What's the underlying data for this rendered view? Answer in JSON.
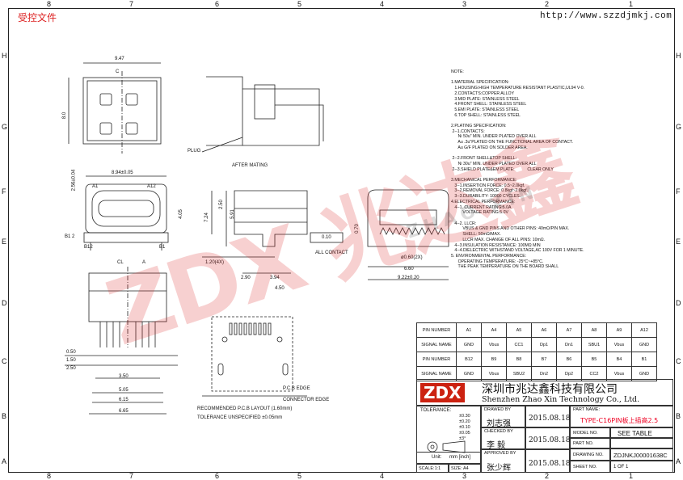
{
  "header": {
    "stamp": "受控文件",
    "url": "http://www.szzdjmkj.com"
  },
  "zones": {
    "top": [
      "8",
      "7",
      "6",
      "5",
      "4",
      "3",
      "2",
      "1"
    ],
    "side": [
      "H",
      "G",
      "F",
      "E",
      "D",
      "C",
      "B",
      "A"
    ]
  },
  "dims": {
    "top_width": "9.47",
    "top_height": "8.0",
    "c_label": "C",
    "plug": "PLUG",
    "after_mating": "AFTER MATING",
    "front_w": "8.94±0.05",
    "front_h": "2.56±0.04",
    "a1": "A1",
    "a12": "A12",
    "b12": "B12",
    "b1": "B1",
    "b1_2": "B1  2",
    "side_h1": "4.05",
    "side_h2": "7.24",
    "side_h3": "2.50",
    "side_h4": "5.91",
    "dim_120": "1.20(4X)",
    "dim_290": "2.90",
    "dim_394": "3.94",
    "dim_450": "4.50",
    "flat": "0.10",
    "all_contact": "ALL CONTACT",
    "dim_070": "0.70",
    "dim_060": "ø0.60(2X)",
    "dim_660": "6.60",
    "dim_922": "9.22±0.20",
    "cl": "CL",
    "a": "A",
    "dim_050": "0.50",
    "dim_150": "1.50",
    "dim_250": "2.50",
    "dim_350": "3.50",
    "dim_505": "5.05",
    "dim_615": "6.15",
    "dim_665": "6.65",
    "pcb_edge": "P.C.B EDGE",
    "connector_edge": "CONNECTOR EDGE",
    "recommended": "RECOMMENDED P.C.B LAYOUT (1.60mm)",
    "tolerance_unspec": "TOLERANCE UNSPECIFIED ±0.05mm"
  },
  "notes": "NOTE:\n\n1.MATERIAL SPECIFICATION:\n   1.HOUSING:HIGH TEMPERATURE RESISTANT PLASTIC,UL94 V-0.\n   2.CONTACTS:COPPER ALLOY\n   3.MID PLATE: STAINLESS STEEL\n   4.FRONT SHELL: STAINLESS STEEL\n   5.EMI PLATE: STAINLESS STEEL\n   6.TOP SHELL: STAINLESS STEEL\n\n2.PLATING SPECIFICATION:\n 2--1.CONTACTS:\n      Ni 50u\" MIN. UNDER PLATED OVER ALL\n      Au .3u\"PLATED ON THE FUNCTIONAL AREA OF CONTACT.\n      Au G/F PLATED ON SOLDER AREA.\n\n 2--2.FRONT SHELL&TOP SHELL:\n      Ni 30u\" MIN. UNDER PLATED OVER ALL\n 2--3.SHIELD PLATE&EM PLATE:           CLEAR ONLY\n\n3.MECHANICAL PERFORMANCE:\n   3--1.INSERTION FORCE: 0.5~2.0kgf.\n   3--2.REMOVAL FORCE: 0.8kgf~2.0kgf.\n   3--3.DURABILITY: 10000 CYCLES.\n4.ELECTRICAL PERFORMANCE:\n   4--1. CURRENT RATING:5.0A\n          VOLTAGE RATING:5.0V\n\n   4--2. LLCR:\n          VBUS & GND PINS AND OTHER PINS: 40mΩ/PIN MAX.\n          SHELL: 50mΩ/MAX.\n          LLCR MAX. CHANGE OF ALL PINS: 10mΩ.\n   4--3.INSULATION RESISTANCE: 100MΩ MIN\n   4--4.DIELECTRIC WITHSTAND VOLTAGE,AC 100V FOR 1 MINUTE.\n5. ENVIRONMENTAL PERFORMANCE:\n      OPERATING TEMPERATURE: -25°C~+85°C.\n      THE PEAK TEMPERATURE ON THE BOARD SHALL",
  "pin_table": {
    "rows": [
      [
        "PIN NUMBER",
        "A1",
        "A4",
        "A5",
        "A6",
        "A7",
        "A8",
        "A9",
        "A12"
      ],
      [
        "SIGNAL NAME",
        "GND",
        "Vbus",
        "CC1",
        "Dp1",
        "Dn1",
        "SBU1",
        "Vbus",
        "GND"
      ],
      [
        "PIN NUMBER",
        "B12",
        "B9",
        "B8",
        "B7",
        "B6",
        "B5",
        "B4",
        "B1"
      ],
      [
        "SIGNAL NAME",
        "GND",
        "Vbus",
        "SBU2",
        "Dn2",
        "Dp2",
        "CC2",
        "Vbus",
        "GND"
      ]
    ]
  },
  "title_block": {
    "logo": "ZDX",
    "company_cn": "深圳市兆达鑫科技有限公司",
    "company_en": "Shenzhen Zhao Xin Technology Co., Ltd.",
    "tolerance_label": "TOLERANCE:",
    "tol_values": [
      "±0.30",
      "±0.20",
      "±0.10",
      "±0.05",
      "±3°"
    ],
    "drawn_by_label": "DRAWED BY",
    "drawn_by": "刘志强",
    "drawn_date": "2015.08.18",
    "checked_by_label": "CHECKED BY",
    "checked_by": "李  毅",
    "checked_date": "2015.08.18",
    "approved_by_label": "APPROVED BY",
    "approved_by": "张少辉",
    "approved_date": "2015.08.18",
    "part_name_label": "PART NAME:",
    "part_name": "TYPE-C16PIN板上插高2.5",
    "model_no_label": "MODEL NO.",
    "model_no": "SEE TABLE",
    "part_no_label": "PART NO.",
    "drawing_no_label": "DRAWING NO.",
    "drawing_no": "ZDJNKJ00001638C",
    "sheet_label": "SHEET NO.",
    "sheet": "1 OF 1",
    "unit_label": "Unit:",
    "unit_value": "mm [inch]",
    "scale_label": "SCALE:1:1",
    "size_label": "SIZE: A4"
  },
  "watermark": {
    "big": "ZDX 兆达鑫",
    "sub": "ZHAO   XIN"
  }
}
